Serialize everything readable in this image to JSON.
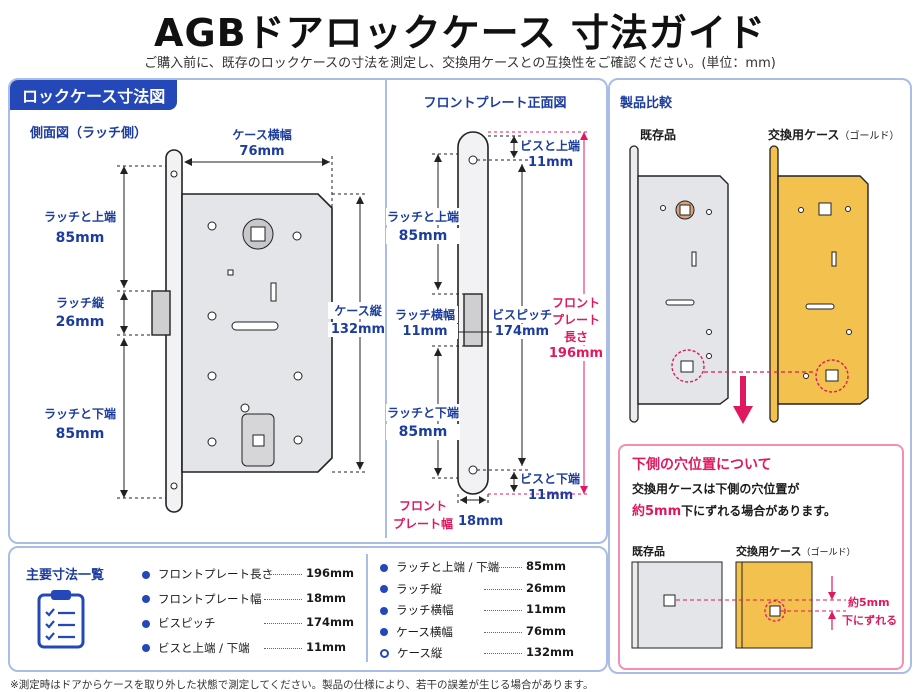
{
  "title": "AGBドアロックケース 寸法ガイド",
  "subtitle": "ご購入前に、既存のロックケースの寸法を測定し、交換用ケースとの互換性をご確認ください。(単位：mm)",
  "left_panel": {
    "header": "ロックケース寸法図",
    "side_title": "側面図（ラッチ側）",
    "case_width_label": "ケース横幅",
    "case_width_value": "76mm",
    "latch_top_label": "ラッチと上端",
    "latch_top_value": "85mm",
    "latch_h_label": "ラッチ縦",
    "latch_h_value": "26mm",
    "latch_bottom_label": "ラッチと下端",
    "latch_bottom_value": "85mm",
    "case_h_label": "ケース縦",
    "case_h_value": "132mm"
  },
  "front_panel": {
    "title": "フロントプレート正面図",
    "screw_top_label": "ビスと上端",
    "screw_top_value": "11mm",
    "latch_top_label": "ラッチと上端",
    "latch_top_value": "85mm",
    "latch_w_label": "ラッチ横幅",
    "latch_w_value": "11mm",
    "pitch_label": "ビスピッチ",
    "pitch_value": "174mm",
    "plate_len_label_1": "フロント",
    "plate_len_label_2": "プレート",
    "plate_len_label_3": "長さ",
    "plate_len_value": "196mm",
    "latch_bottom_label": "ラッチと下端",
    "latch_bottom_value": "85mm",
    "screw_bottom_label": "ビスと下端",
    "screw_bottom_value": "11mm",
    "plate_w_label_1": "フロント",
    "plate_w_label_2": "プレート幅",
    "plate_w_value": "18mm"
  },
  "compare_panel": {
    "title": "製品比較",
    "existing": "既存品",
    "replacement": "交換用ケース",
    "replacement_sub": "（ゴールド）"
  },
  "note_panel": {
    "title": "下側の穴位置について",
    "line1": "交換用ケースは下側の穴位置が",
    "line2_a": "約5mm",
    "line2_b": "下にずれる場合があります。",
    "existing": "既存品",
    "replacement": "交換用ケース",
    "replacement_sub": "（ゴールド）",
    "shift_1": "約5mm",
    "shift_2": "下にずれる"
  },
  "summary": {
    "title": "主要寸法一覧",
    "left": [
      {
        "label": "フロントプレート長さ",
        "value": "196mm"
      },
      {
        "label": "フロントプレート幅",
        "value": "18mm"
      },
      {
        "label": "ビスピッチ",
        "value": "174mm"
      },
      {
        "label": "ビスと上端 / 下端",
        "value": "11mm"
      }
    ],
    "right": [
      {
        "label": "ラッチと上端 / 下端",
        "value": "85mm"
      },
      {
        "label": "ラッチ縦",
        "value": "26mm"
      },
      {
        "label": "ラッチ横幅",
        "value": "11mm"
      },
      {
        "label": "ケース横幅",
        "value": "76mm"
      },
      {
        "label": "ケース縦",
        "value": "132mm"
      }
    ]
  },
  "footnote": "※測定時はドアからケースを取り外した状態で測定してください。製品の仕様により、若干の誤差が生じる場合があります。",
  "colors": {
    "accent": "#2548b8",
    "pink": "#e0185f",
    "gold": "#f2c14e",
    "steel": "#e4e5e8"
  }
}
